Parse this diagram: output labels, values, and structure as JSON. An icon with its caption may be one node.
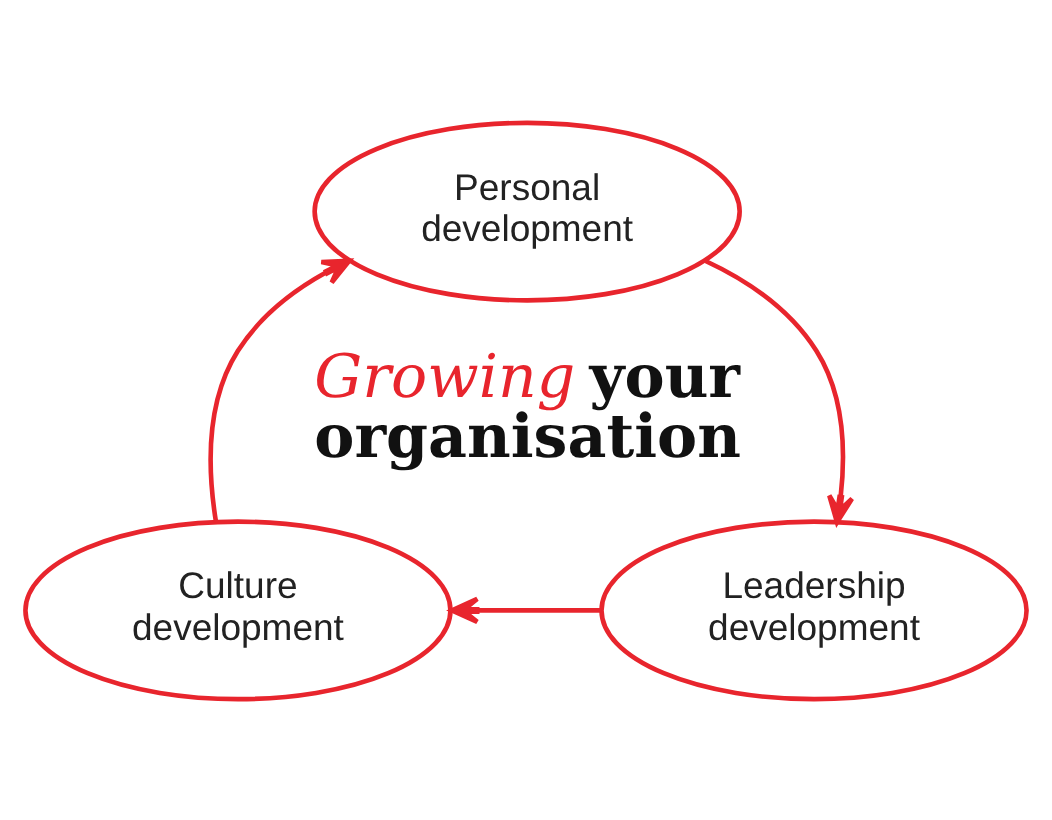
{
  "diagram": {
    "nodes": [
      {
        "text": [
          "Personal development"
        ]
      },
      {
        "text": [
          "Leadership development"
        ]
      },
      {
        "text": [
          "Culture development"
        ]
      }
    ],
    "edges": [
      {
        "from": 0,
        "to": 1,
        "arrow": "to"
      },
      {
        "from": 1,
        "to": 2,
        "arrow": "to"
      },
      {
        "from": 2,
        "to": 0,
        "arrow": "to"
      }
    ],
    "labels": [
      "Growing your organisation"
    ]
  }
}
